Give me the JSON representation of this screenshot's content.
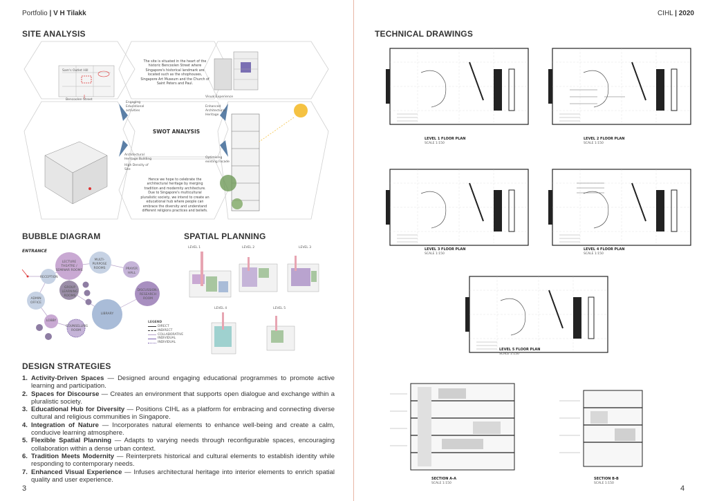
{
  "header": {
    "left_prefix": "Portfolio",
    "left_sep": "|",
    "left_name": "V H Tilakk",
    "right_org": "CIHL",
    "right_sep": "|",
    "right_year": "2020"
  },
  "sections": {
    "site_analysis": "SITE ANALYSIS",
    "technical_drawings": "TECHNICAL DRAWINGS",
    "bubble_diagram": "BUBBLE DIAGRAM",
    "spatial_planning": "SPATIAL PLANNING",
    "design_strategies": "DESIGN STRATEGIES"
  },
  "site": {
    "swot_title": "SWOT ANALYSIS",
    "site_para": "The site is situated in the heart of the historic Bencoolen Street where Singapore's historical landmark are located such as the shophouses, Singapore Art Museum and the Church of Saint Peters and Paul.",
    "vision_para": "Hence we hope to celebrate the architectural heritage by merging tradition and modernity architecture. Due to Singapore's multicultural pluralistic society, we intend to create an educational hub where people can embrace the diversity and understand different religions practices and beliefs.",
    "swot_strengths": [
      "Engaging Educational activities"
    ],
    "swot_weaknesses": [
      "Architectural Heritage Building",
      "High Density of Site"
    ],
    "swot_opportunities": [
      "Visual Experience",
      "Enhanced Architectural Heritage"
    ],
    "swot_threats": [
      "Optimising existing Facade"
    ],
    "map_labels": [
      "Sam's Outlet Hill",
      "Bencoolen Street"
    ]
  },
  "bubble": {
    "entrance": "ENTRANCE",
    "nodes": [
      {
        "label": "LECTURE THEATRE / SEMINAR ROOMS",
        "color": "#c9a9d3"
      },
      {
        "label": "MULTI-PURPOSE ROOMS",
        "color": "#c6d2e4"
      },
      {
        "label": "PRAYER HALL",
        "color": "#c5b4d8"
      },
      {
        "label": "RECEPTION",
        "color": "#c6d2e4"
      },
      {
        "label": "GROUP LEARNING ROOMS",
        "color": "#9b8ea8"
      },
      {
        "label": "ADMIN OFFICE",
        "color": "#c6d2e4"
      },
      {
        "label": "LIBRARY",
        "color": "#a9bcd8"
      },
      {
        "label": "DISCUSSION / RESEARCH ROOM",
        "color": "#a88fc0"
      },
      {
        "label": "LOBBY",
        "color": "#c9a9d3"
      },
      {
        "label": "COUNSELLING ROOM",
        "color": "#c5b4d8"
      }
    ],
    "legend_title": "LEGEND",
    "legend": [
      "DIRECT",
      "INDIRECT",
      "COLLABORATIVE",
      "INDIVIDUAL",
      "INDIVIDUAL"
    ]
  },
  "spatial": {
    "labels": [
      "LEVEL 1",
      "LEVEL 2",
      "LEVEL 3",
      "LEVEL 4",
      "LEVEL 5"
    ]
  },
  "drawings": {
    "plans": [
      {
        "title": "LEVEL 1 FLOOR PLAN",
        "scale": "SCALE 1:150"
      },
      {
        "title": "LEVEL 2 FLOOR PLAN",
        "scale": "SCALE 1:150"
      },
      {
        "title": "LEVEL 3 FLOOR PLAN",
        "scale": "SCALE 1:150"
      },
      {
        "title": "LEVEL 4 FLOOR PLAN",
        "scale": "SCALE 1:150"
      },
      {
        "title": "LEVEL 5 FLOOR PLAN",
        "scale": "SCALE 1:150"
      }
    ],
    "sections": [
      {
        "title": "SECTION A-A",
        "scale": "SCALE 1:150"
      },
      {
        "title": "SECTION B-B",
        "scale": "SCALE 1:150"
      }
    ]
  },
  "strategies": [
    {
      "num": "1.",
      "title": "Activity-Driven Spaces",
      "text": " — Designed around engaging educational programmes to promote active learning and participation."
    },
    {
      "num": "2.",
      "title": "Spaces for Discourse",
      "text": " — Creates an environment that supports open dialogue and exchange within a pluralistic society."
    },
    {
      "num": "3.",
      "title": "Educational Hub for Diversity",
      "text": " — Positions CIHL as a platform for embracing and connecting diverse cultural and religious communities in Singapore."
    },
    {
      "num": "4.",
      "title": "Integration of Nature",
      "text": " — Incorporates natural elements to enhance well-being and create a calm, conducive learning atmosphere."
    },
    {
      "num": "5.",
      "title": "Flexible Spatial Planning",
      "text": " — Adapts to varying needs through reconfigurable spaces, encouraging collaboration within a dense urban context."
    },
    {
      "num": "6.",
      "title": "Tradition Meets Modernity",
      "text": " — Reinterprets historical and cultural elements to establish identity while responding to contemporary needs."
    },
    {
      "num": "7.",
      "title": "Enhanced Visual Experience",
      "text": " — Infuses architectural heritage into interior elements to enrich spatial quality and user experience."
    }
  ],
  "page_numbers": {
    "left": "3",
    "right": "4"
  }
}
